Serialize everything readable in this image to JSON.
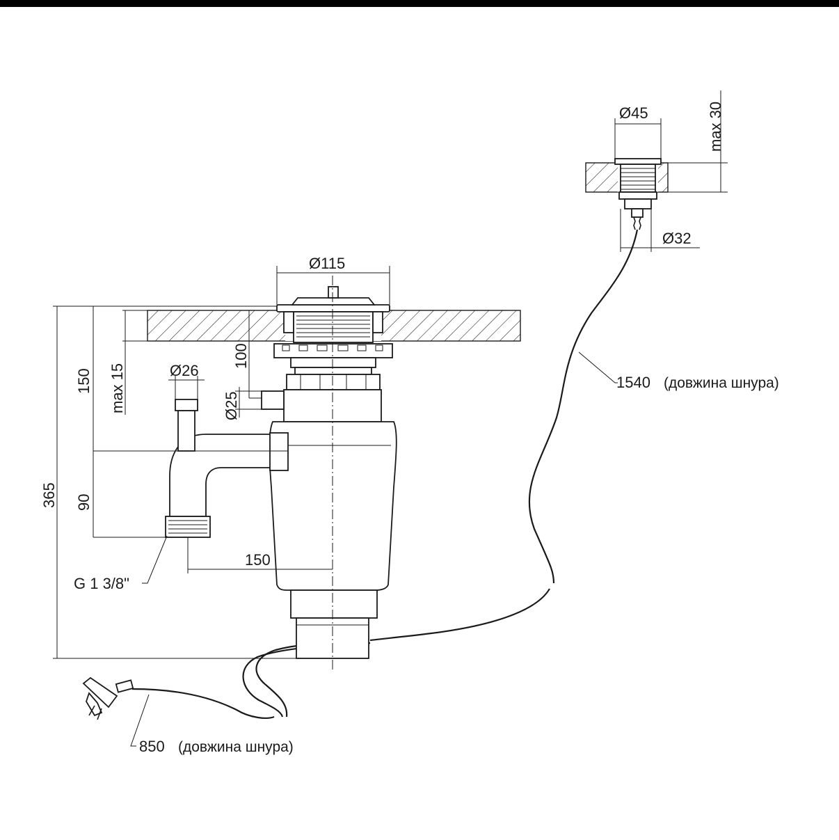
{
  "dimensions": {
    "d115": "Ø115",
    "d45": "Ø45",
    "d32": "Ø32",
    "d26": "Ø26",
    "d25": "Ø25",
    "max30": "max 30",
    "max15": "max 15",
    "h100": "100",
    "h150": "150",
    "h90": "90",
    "h365": "365",
    "w150": "150",
    "thread": "G 1 3/8\""
  },
  "cords": {
    "switch_cord_length": "1540",
    "switch_cord_note": "(довжина шнура)",
    "power_cord_length": "850",
    "power_cord_note": "(довжина шнура)"
  },
  "colors": {
    "line": "#1a1a1a",
    "background": "#ffffff",
    "top_bar": "#000000"
  }
}
